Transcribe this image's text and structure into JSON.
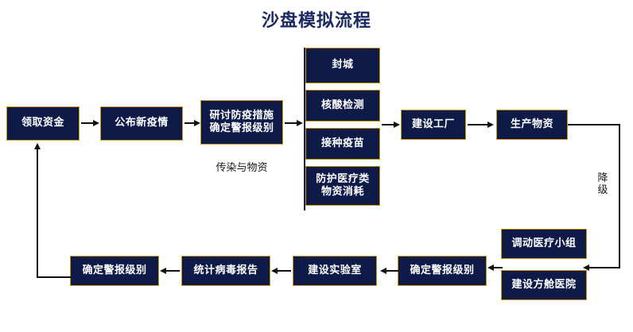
{
  "page": {
    "title": "沙盘模拟流程",
    "title_color": "#1b2a62",
    "background": "#ffffff"
  },
  "theme": {
    "node_fill": "#0e1a47",
    "node_border": "#c8960c",
    "node_text": "#ffffff",
    "connector": "#111111",
    "caption_text": "#1a1a1a"
  },
  "flow": {
    "row_top": [
      {
        "id": "n1",
        "label": "领取资金"
      },
      {
        "id": "n2",
        "label": "公布新疫情"
      },
      {
        "id": "n3",
        "line1": "研讨防疫措施",
        "line2": "确定警报级别",
        "caption": "传染与物资"
      },
      {
        "id": "n8",
        "label": "建设工厂"
      },
      {
        "id": "n9",
        "label": "生产物资"
      }
    ],
    "measure_stack": [
      {
        "id": "s1",
        "label": "封城"
      },
      {
        "id": "s2",
        "label": "核酸检测"
      },
      {
        "id": "s3",
        "label": "接种疫苗"
      },
      {
        "id": "s4",
        "line1": "防护医疗类",
        "line2": "物资消耗"
      }
    ],
    "right_stack": [
      {
        "id": "r1",
        "label": "调动医疗小组"
      },
      {
        "id": "r2",
        "label": "建设方舱医院"
      }
    ],
    "row_bottom": [
      {
        "id": "b1",
        "label": "确定警报级别"
      },
      {
        "id": "b2",
        "label": "统计病毒报告"
      },
      {
        "id": "b3",
        "label": "建设实验室"
      },
      {
        "id": "b4",
        "label": "确定警报级别"
      }
    ],
    "edge_labels": {
      "downgrade_line1": "降",
      "downgrade_line2": "级"
    }
  }
}
